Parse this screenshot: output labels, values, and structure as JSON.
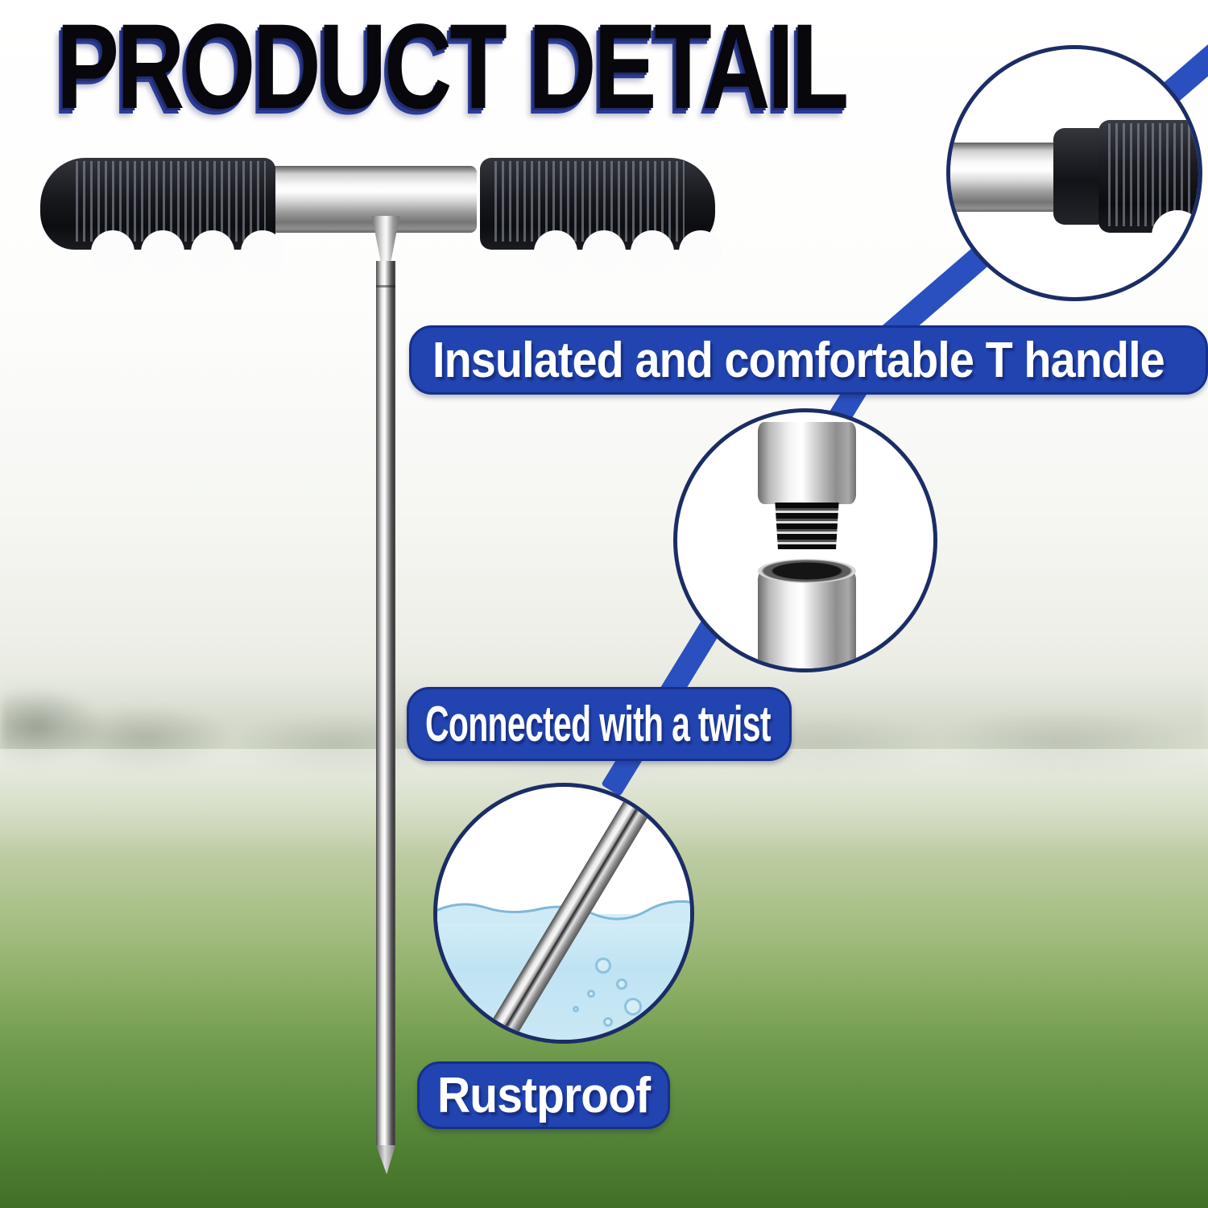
{
  "title": {
    "text": "PRODUCT DETAIL"
  },
  "callouts": {
    "handle": {
      "label": "Insulated and comfortable T handle"
    },
    "twist": {
      "label": "Connected with a twist"
    },
    "rustproof": {
      "label": "Rustproof"
    }
  },
  "icons": {
    "handle_closeup": "grip-closeup-illustration",
    "threaded_connection": "threaded-connection-illustration",
    "rod_in_water": "rod-in-water-illustration"
  },
  "colors": {
    "accent_blue_pill": "#2144b0",
    "accent_blue_band": "#2a4fbe",
    "pill_border": "#16308a",
    "circle_border": "#1b2d66",
    "title_text": "#07070c",
    "title_shadow": "#2b3c96",
    "label_text": "#ffffff",
    "water_blue": "#bfe3f3",
    "grass_green": "#4d7d30",
    "grip_black": "#17181d"
  }
}
